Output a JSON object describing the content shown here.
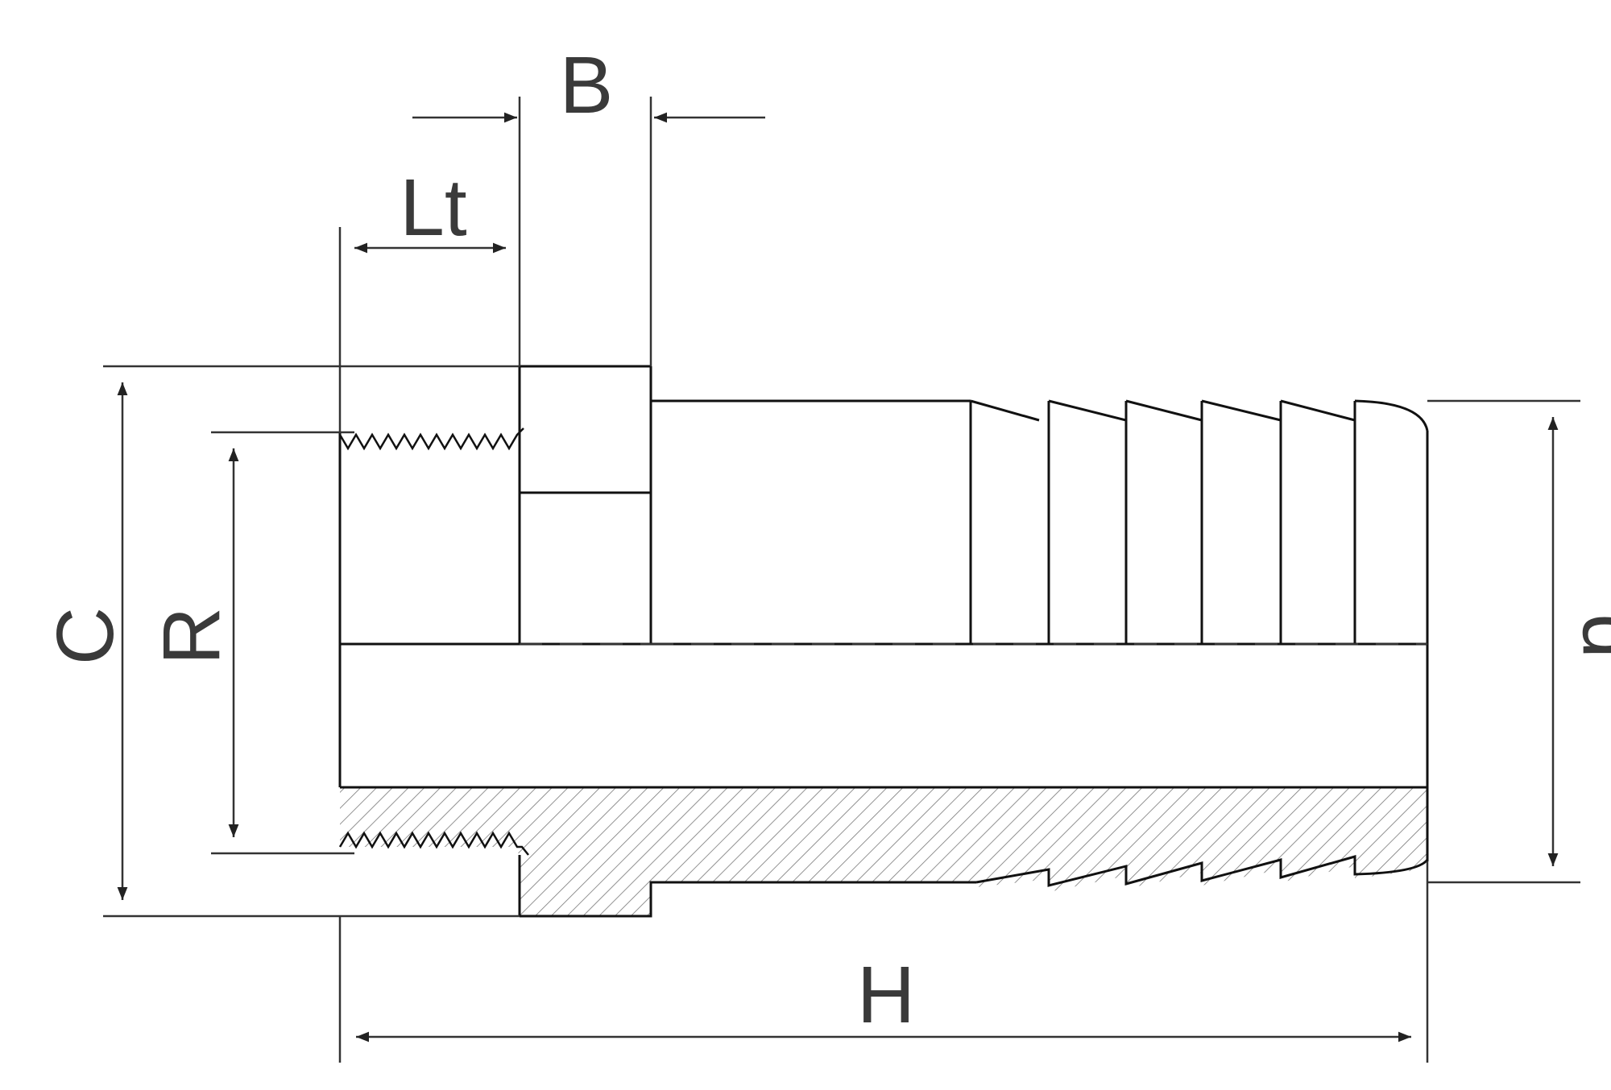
{
  "labels": {
    "b": "B",
    "lt": "Lt",
    "c": "C",
    "r": "R",
    "d": "d",
    "h": "H"
  },
  "colors": {
    "stroke": "#111111",
    "label": "#3a3a3a",
    "hatch": "#777777"
  }
}
